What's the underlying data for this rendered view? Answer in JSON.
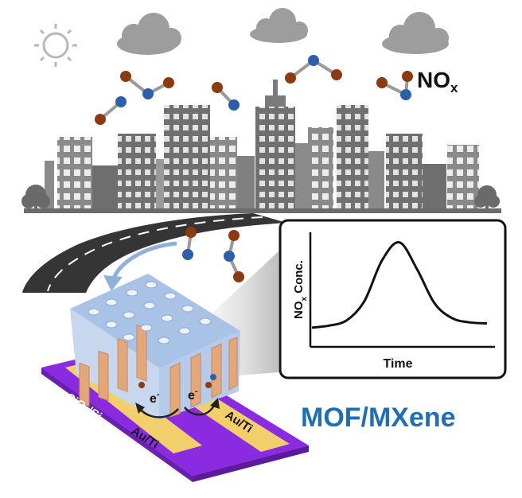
{
  "labels": {
    "nox_main": "NO",
    "nox_main_sub": "x",
    "mxene_title": "MOF/MXene",
    "substrate": "SiO",
    "substrate_sub": "2",
    "substrate_tail": "/Si",
    "electrode_left": "Au/Ti",
    "electrode_right": "Au/Ti",
    "electron_left": "e",
    "electron_right": "e",
    "electron_sup": "-"
  },
  "chart_data": {
    "type": "line",
    "title": "",
    "xlabel": "Time",
    "ylabel": "NO",
    "ylabel_sub": "x",
    "ylabel_tail": " Conc.",
    "x": [
      0,
      1,
      2,
      3,
      4,
      5,
      6,
      7,
      8,
      9,
      10
    ],
    "series": [
      {
        "values": [
          0.15,
          0.17,
          0.22,
          0.4,
          0.78,
          0.95,
          0.7,
          0.38,
          0.24,
          0.2,
          0.19
        ]
      }
    ],
    "grid": false
  },
  "colors": {
    "building": "#6e6e6e",
    "building_light": "#a0a0a0",
    "window": "#e4e4e4",
    "cloud": "#9a9a9a",
    "sun": "#b8b8b8",
    "road": "#3a3a3a",
    "nitrogen": "#2b5faa",
    "oxygen": "#8b3a12",
    "substrate": "#8a2be2",
    "electrode": "#f2cf6b",
    "mof": "#a9c3e6",
    "mxene": "#e3a77a",
    "title": "#1f6fb5"
  }
}
